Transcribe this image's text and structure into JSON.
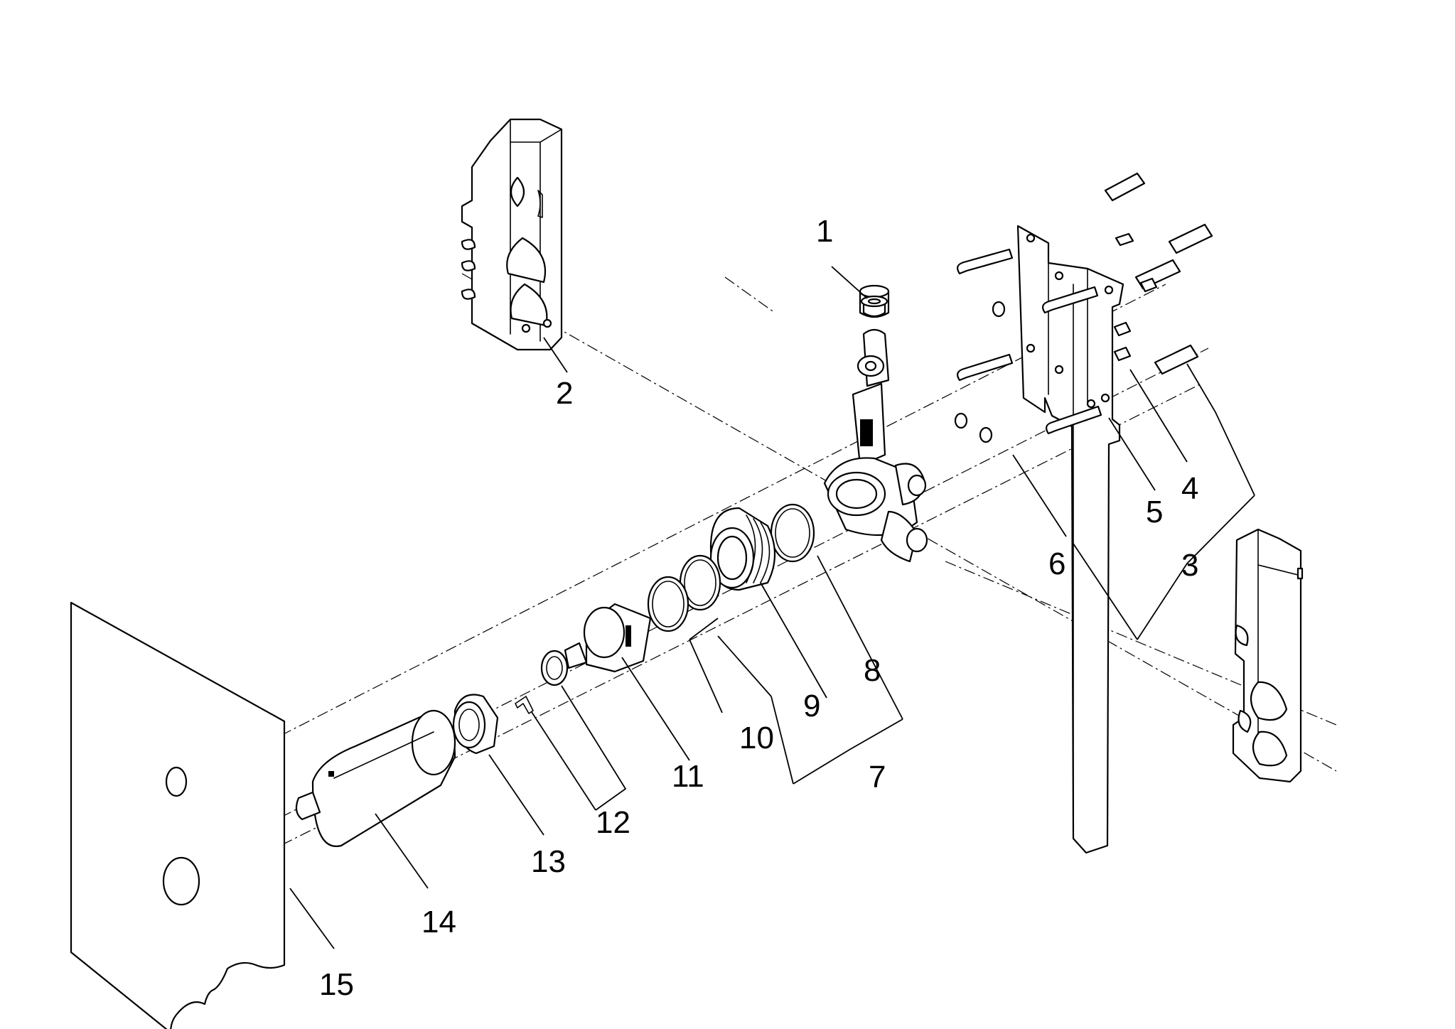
{
  "diagram": {
    "parts": [
      {
        "id": "p1",
        "label": "1"
      },
      {
        "id": "p2",
        "label": "2"
      },
      {
        "id": "p3",
        "label": "3"
      },
      {
        "id": "p4",
        "label": "4"
      },
      {
        "id": "p5",
        "label": "5"
      },
      {
        "id": "p6",
        "label": "6"
      },
      {
        "id": "p7",
        "label": "7"
      },
      {
        "id": "p8",
        "label": "8"
      },
      {
        "id": "p9",
        "label": "9"
      },
      {
        "id": "p10",
        "label": "10"
      },
      {
        "id": "p11",
        "label": "11"
      },
      {
        "id": "p12",
        "label": "12"
      },
      {
        "id": "p13",
        "label": "13"
      },
      {
        "id": "p14",
        "label": "14"
      },
      {
        "id": "p15",
        "label": "15"
      }
    ]
  }
}
